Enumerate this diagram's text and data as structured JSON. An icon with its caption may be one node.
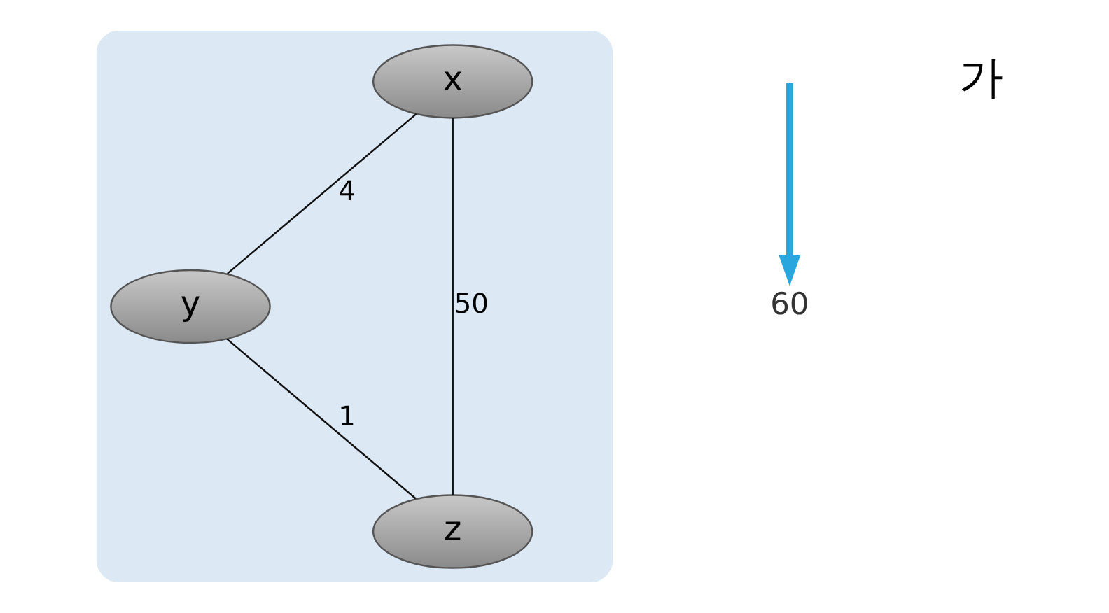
{
  "diagram": {
    "nodes": [
      {
        "text": [],
        "shape": "cloud"
      },
      {
        "text": [
          "y"
        ],
        "in": 0
      },
      {
        "text": [
          "x"
        ],
        "in": 0
      },
      {
        "text": [
          "z"
        ],
        "in": 0
      },
      {
        "text": [
          "60"
        ]
      }
    ],
    "edges": [
      {
        "from": 2,
        "to": 1,
        "arrow": "none",
        "label": "4"
      },
      {
        "from": 1,
        "to": 3,
        "arrow": "none",
        "label": "1"
      },
      {
        "from": 2,
        "to": 3,
        "arrow": "none",
        "label": "50"
      },
      {
        "from": null,
        "to": 4,
        "arrow": "to",
        "style": "thick",
        "color": "#2aa6df"
      }
    ],
    "labels": [
      "가"
    ]
  }
}
